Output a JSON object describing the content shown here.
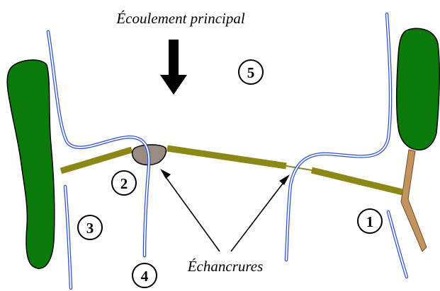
{
  "labels": {
    "main_flow": "Écoulement principal",
    "notches": "Échancrures"
  },
  "markers": [
    {
      "id": "m1",
      "text": "1"
    },
    {
      "id": "m2",
      "text": "2"
    },
    {
      "id": "m3",
      "text": "3"
    },
    {
      "id": "m4",
      "text": "4"
    },
    {
      "id": "m5",
      "text": "5"
    }
  ],
  "colors": {
    "vegetation": "#0a7a0a",
    "vegetation_outline": "#000000",
    "weir": "#8c8716",
    "water_line": "#2b50d8",
    "rock": "#9a8c82",
    "root": "#c49460",
    "arrow": "#000000"
  }
}
